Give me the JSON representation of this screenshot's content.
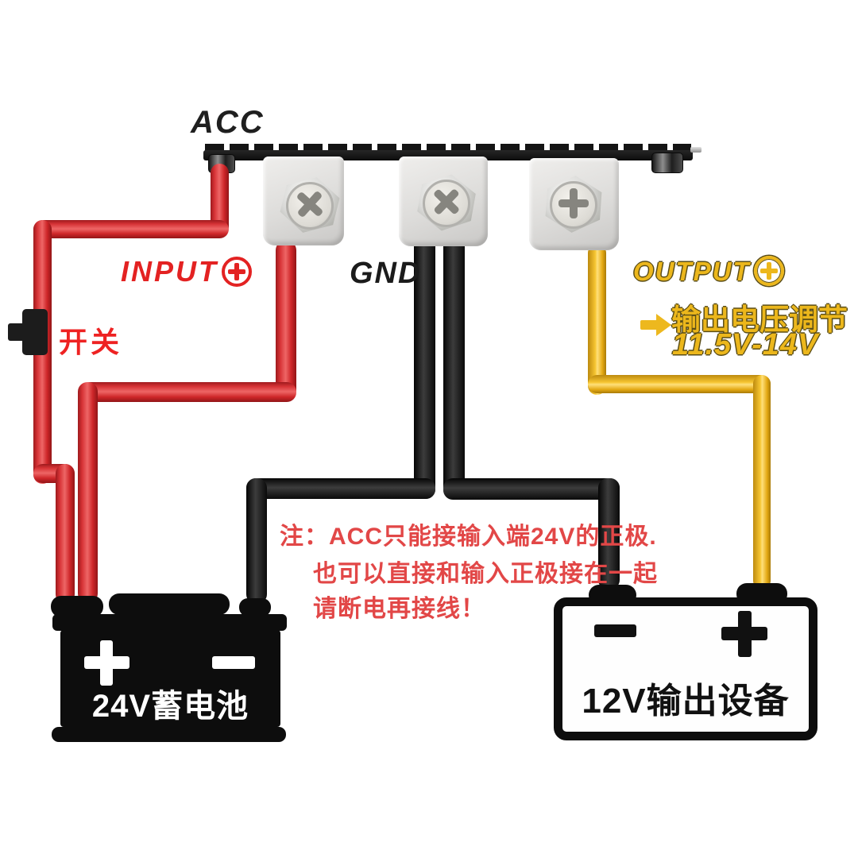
{
  "diagram": {
    "acc_label": "ACC",
    "input_label": "INPUT",
    "gnd_label": "GND",
    "output_label": "OUTPUT",
    "switch_label": "开关",
    "adjust_label": "输出电压调节",
    "voltage_range": "11.5V-14V",
    "note_line1": "注：ACC只能接输入端24V的正极.",
    "note_line2": "也可以直接和输入正极接在一起",
    "note_line3": "请断电再接线！",
    "battery": {
      "label": "24V蓄电池",
      "plus": "+",
      "minus": "−"
    },
    "device": {
      "label": "12V输出设备",
      "plus": "+",
      "minus": "−"
    },
    "icons": {
      "input_polarity": "plus-circle",
      "output_polarity": "plus-circle",
      "voltage_adjust_pointer": "arrow-right"
    },
    "colors": {
      "wire_input_positive": "#d2282b",
      "wire_ground": "#161616",
      "wire_output_positive": "#f2b71e",
      "label_red": "#e32222",
      "label_yellow": "#ecb71c",
      "note_red": "#e24747",
      "text_black": "#1d1d1d"
    }
  }
}
